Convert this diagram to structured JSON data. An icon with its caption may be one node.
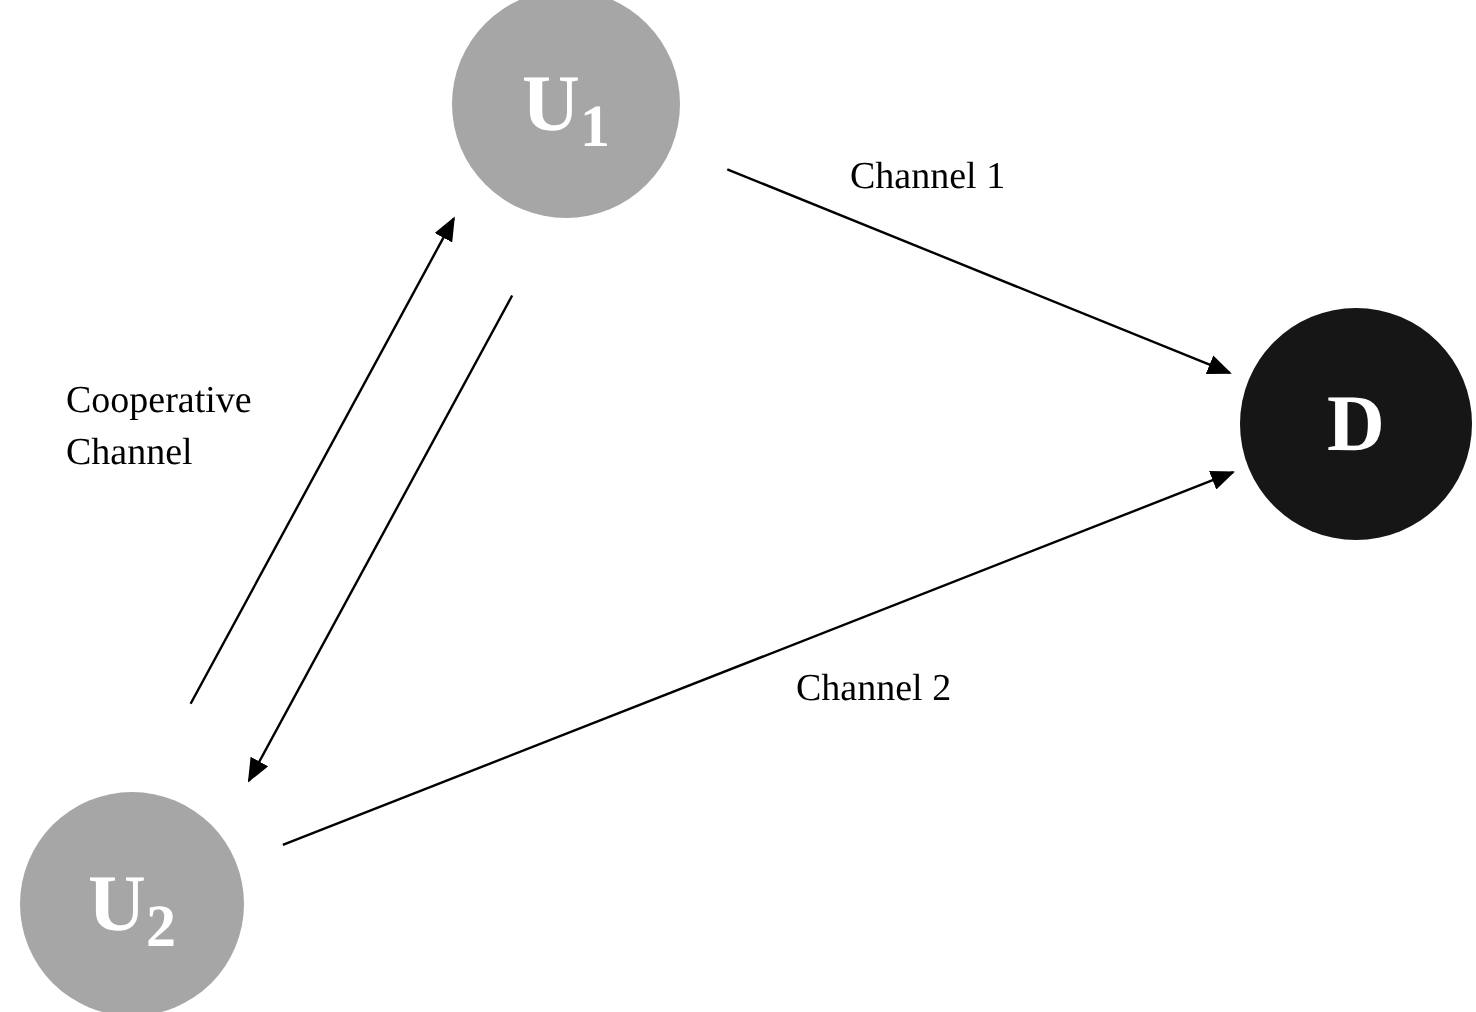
{
  "diagram": {
    "nodes": [
      {
        "text": [
          "U$_{1}$"
        ]
      },
      {
        "text": [
          "D"
        ]
      },
      {
        "text": [
          "U$_{2}$"
        ]
      }
    ],
    "edges": [
      {
        "from": 0,
        "to": 1,
        "arrow": "to",
        "label": "Channel 1"
      },
      {
        "from": 2,
        "to": 1,
        "arrow": "to",
        "label": "Channel 2"
      },
      {
        "from": 2,
        "to": 0,
        "arrow": "to",
        "label": "Cooperative Channel"
      },
      {
        "from": 0,
        "to": 2,
        "arrow": "to"
      }
    ]
  }
}
